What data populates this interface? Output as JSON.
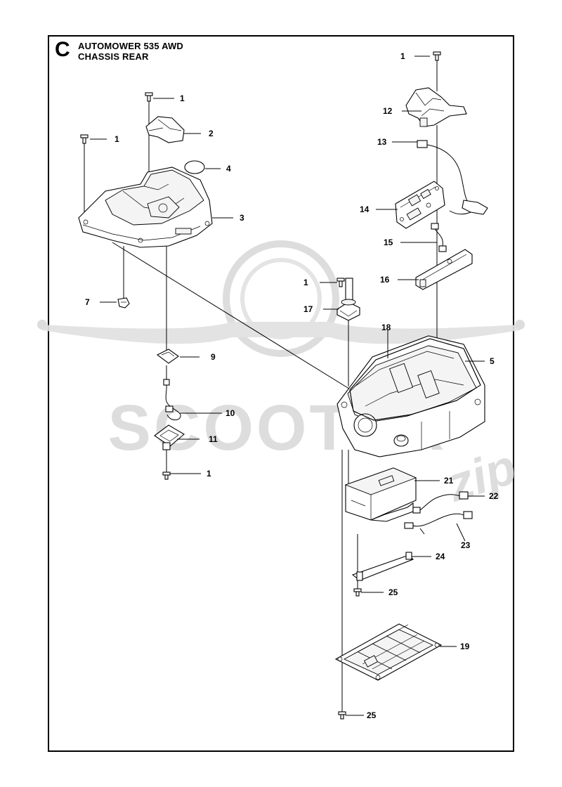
{
  "section_letter": "C",
  "title_line1": "AUTOMOWER 535 AWD",
  "title_line2": "CHASSIS REAR",
  "watermark": {
    "text": "SCOOTER",
    "script": "zip",
    "color": "#dadada"
  },
  "callouts": [
    {
      "id": "c1a",
      "label": "1"
    },
    {
      "id": "c1b",
      "label": "1"
    },
    {
      "id": "c1c",
      "label": "1"
    },
    {
      "id": "c1d",
      "label": "1"
    },
    {
      "id": "c1e",
      "label": "1"
    },
    {
      "id": "c2",
      "label": "2"
    },
    {
      "id": "c3",
      "label": "3"
    },
    {
      "id": "c4",
      "label": "4"
    },
    {
      "id": "c5",
      "label": "5"
    },
    {
      "id": "c7",
      "label": "7"
    },
    {
      "id": "c9",
      "label": "9"
    },
    {
      "id": "c10",
      "label": "10"
    },
    {
      "id": "c11",
      "label": "11"
    },
    {
      "id": "c12",
      "label": "12"
    },
    {
      "id": "c13",
      "label": "13"
    },
    {
      "id": "c14",
      "label": "14"
    },
    {
      "id": "c15",
      "label": "15"
    },
    {
      "id": "c16",
      "label": "16"
    },
    {
      "id": "c17",
      "label": "17"
    },
    {
      "id": "c18",
      "label": "18"
    },
    {
      "id": "c19",
      "label": "19"
    },
    {
      "id": "c21",
      "label": "21"
    },
    {
      "id": "c22",
      "label": "22"
    },
    {
      "id": "c23",
      "label": "23"
    },
    {
      "id": "c24",
      "label": "24"
    },
    {
      "id": "c25a",
      "label": "25"
    },
    {
      "id": "c25b",
      "label": "25"
    }
  ]
}
